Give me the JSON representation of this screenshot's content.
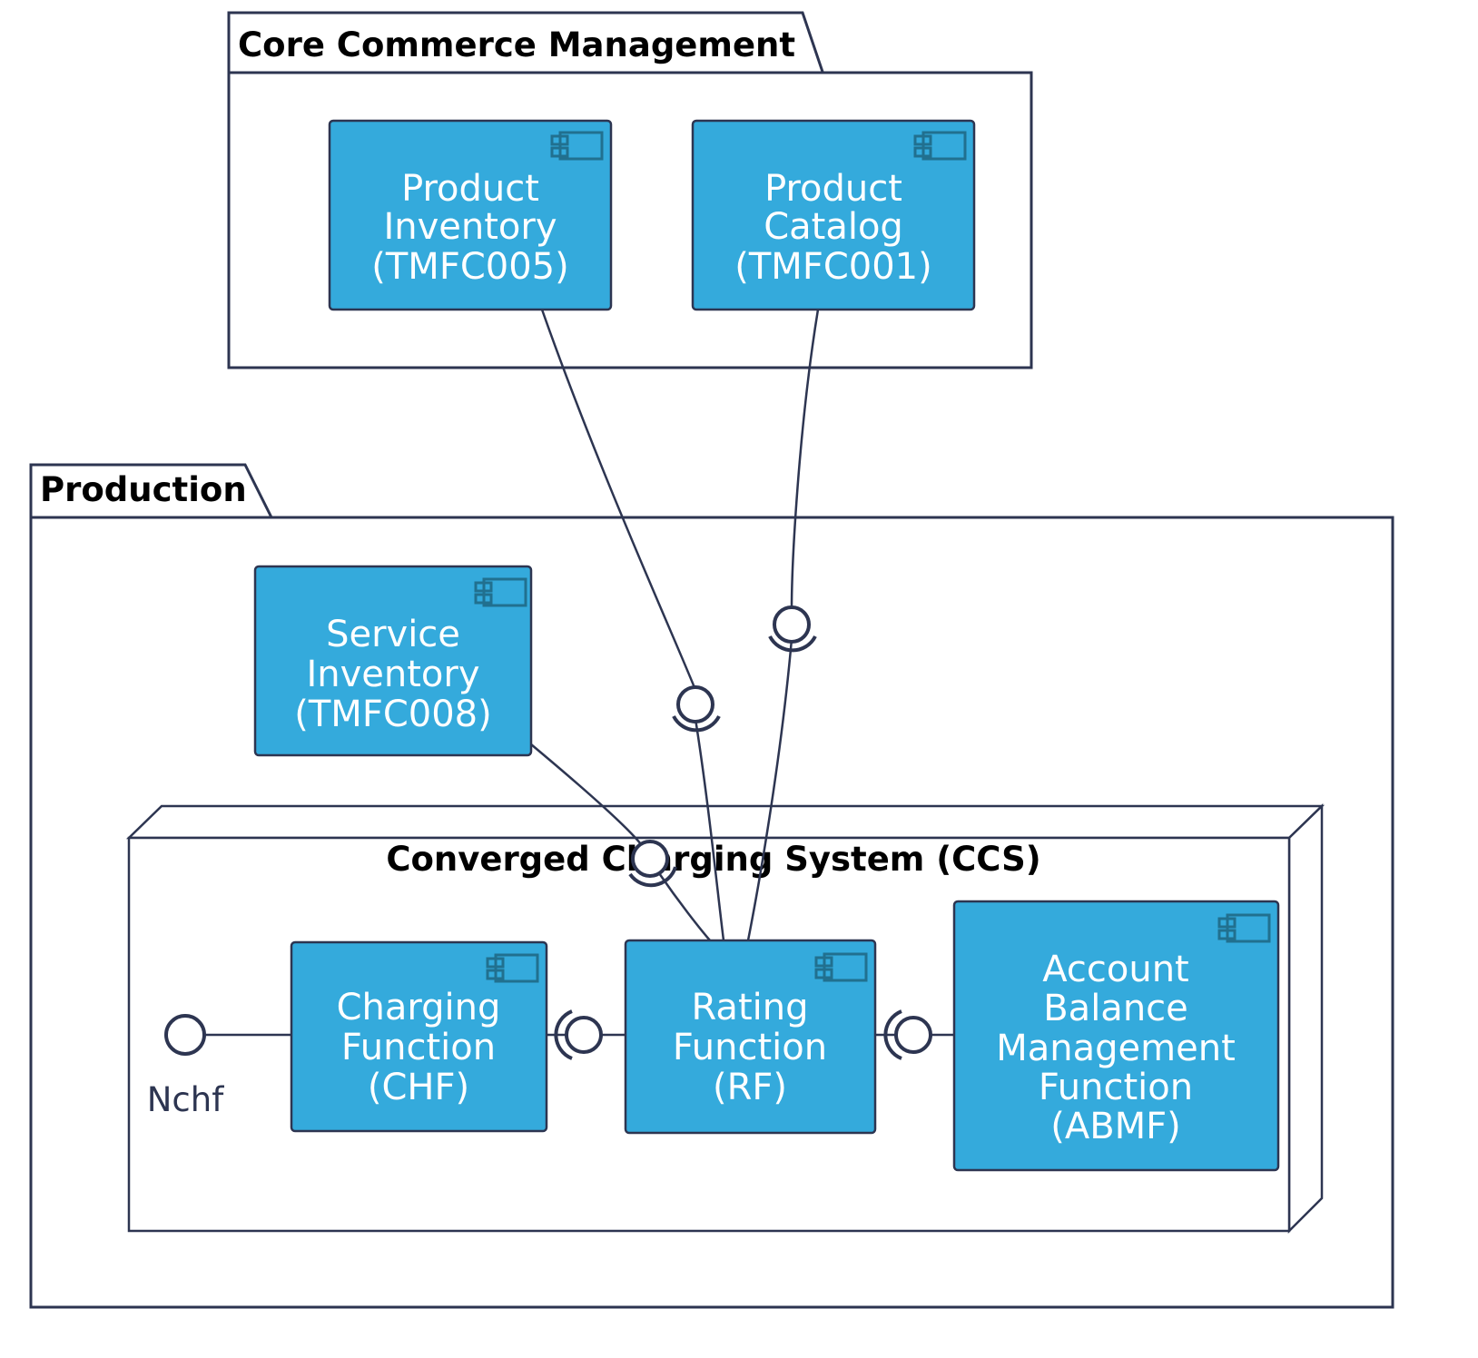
{
  "diagram": {
    "type": "uml-component-diagram",
    "background_color": "#ffffff",
    "component_fill_color": "#34aadc",
    "line_color": "#2d3551",
    "component_text_color": "#ffffff"
  },
  "packages": [
    {
      "id": "core-commerce-management",
      "title": "Core Commerce Management"
    },
    {
      "id": "production",
      "title": "Production"
    }
  ],
  "nodes": [
    {
      "id": "ccs",
      "title": "Converged Charging System (CCS)"
    }
  ],
  "components": [
    {
      "id": "product-inventory",
      "line1": "Product",
      "line2": "Inventory",
      "line3": "(TMFC005)",
      "icon": "component-icon"
    },
    {
      "id": "product-catalog",
      "line1": "Product",
      "line2": "Catalog",
      "line3": "(TMFC001)",
      "icon": "component-icon"
    },
    {
      "id": "service-inventory",
      "line1": "Service",
      "line2": "Inventory",
      "line3": "(TMFC008)",
      "icon": "component-icon"
    },
    {
      "id": "charging-function",
      "line1": "Charging",
      "line2": "Function",
      "line3": "(CHF)",
      "icon": "component-icon"
    },
    {
      "id": "rating-function",
      "line1": "Rating",
      "line2": "Function",
      "line3": "(RF)",
      "icon": "component-icon"
    },
    {
      "id": "abmf",
      "line1": "Account",
      "line2": "Balance",
      "line3": "Management",
      "line4": "Function",
      "line5": "(ABMF)",
      "icon": "component-icon"
    }
  ],
  "interfaces": [
    {
      "id": "nchf",
      "label": "Nchf",
      "notation": "provided-lollipop"
    }
  ],
  "connectors": [
    {
      "id": "chf-rf",
      "notation": "assembly-ball-and-socket"
    },
    {
      "id": "rf-abmf",
      "notation": "assembly-ball-and-socket"
    },
    {
      "id": "product-inventory-rf",
      "notation": "assembly-ball-and-socket"
    },
    {
      "id": "product-catalog-rf",
      "notation": "assembly-ball-and-socket"
    },
    {
      "id": "service-inventory-rf",
      "notation": "assembly-ball-and-socket"
    }
  ]
}
